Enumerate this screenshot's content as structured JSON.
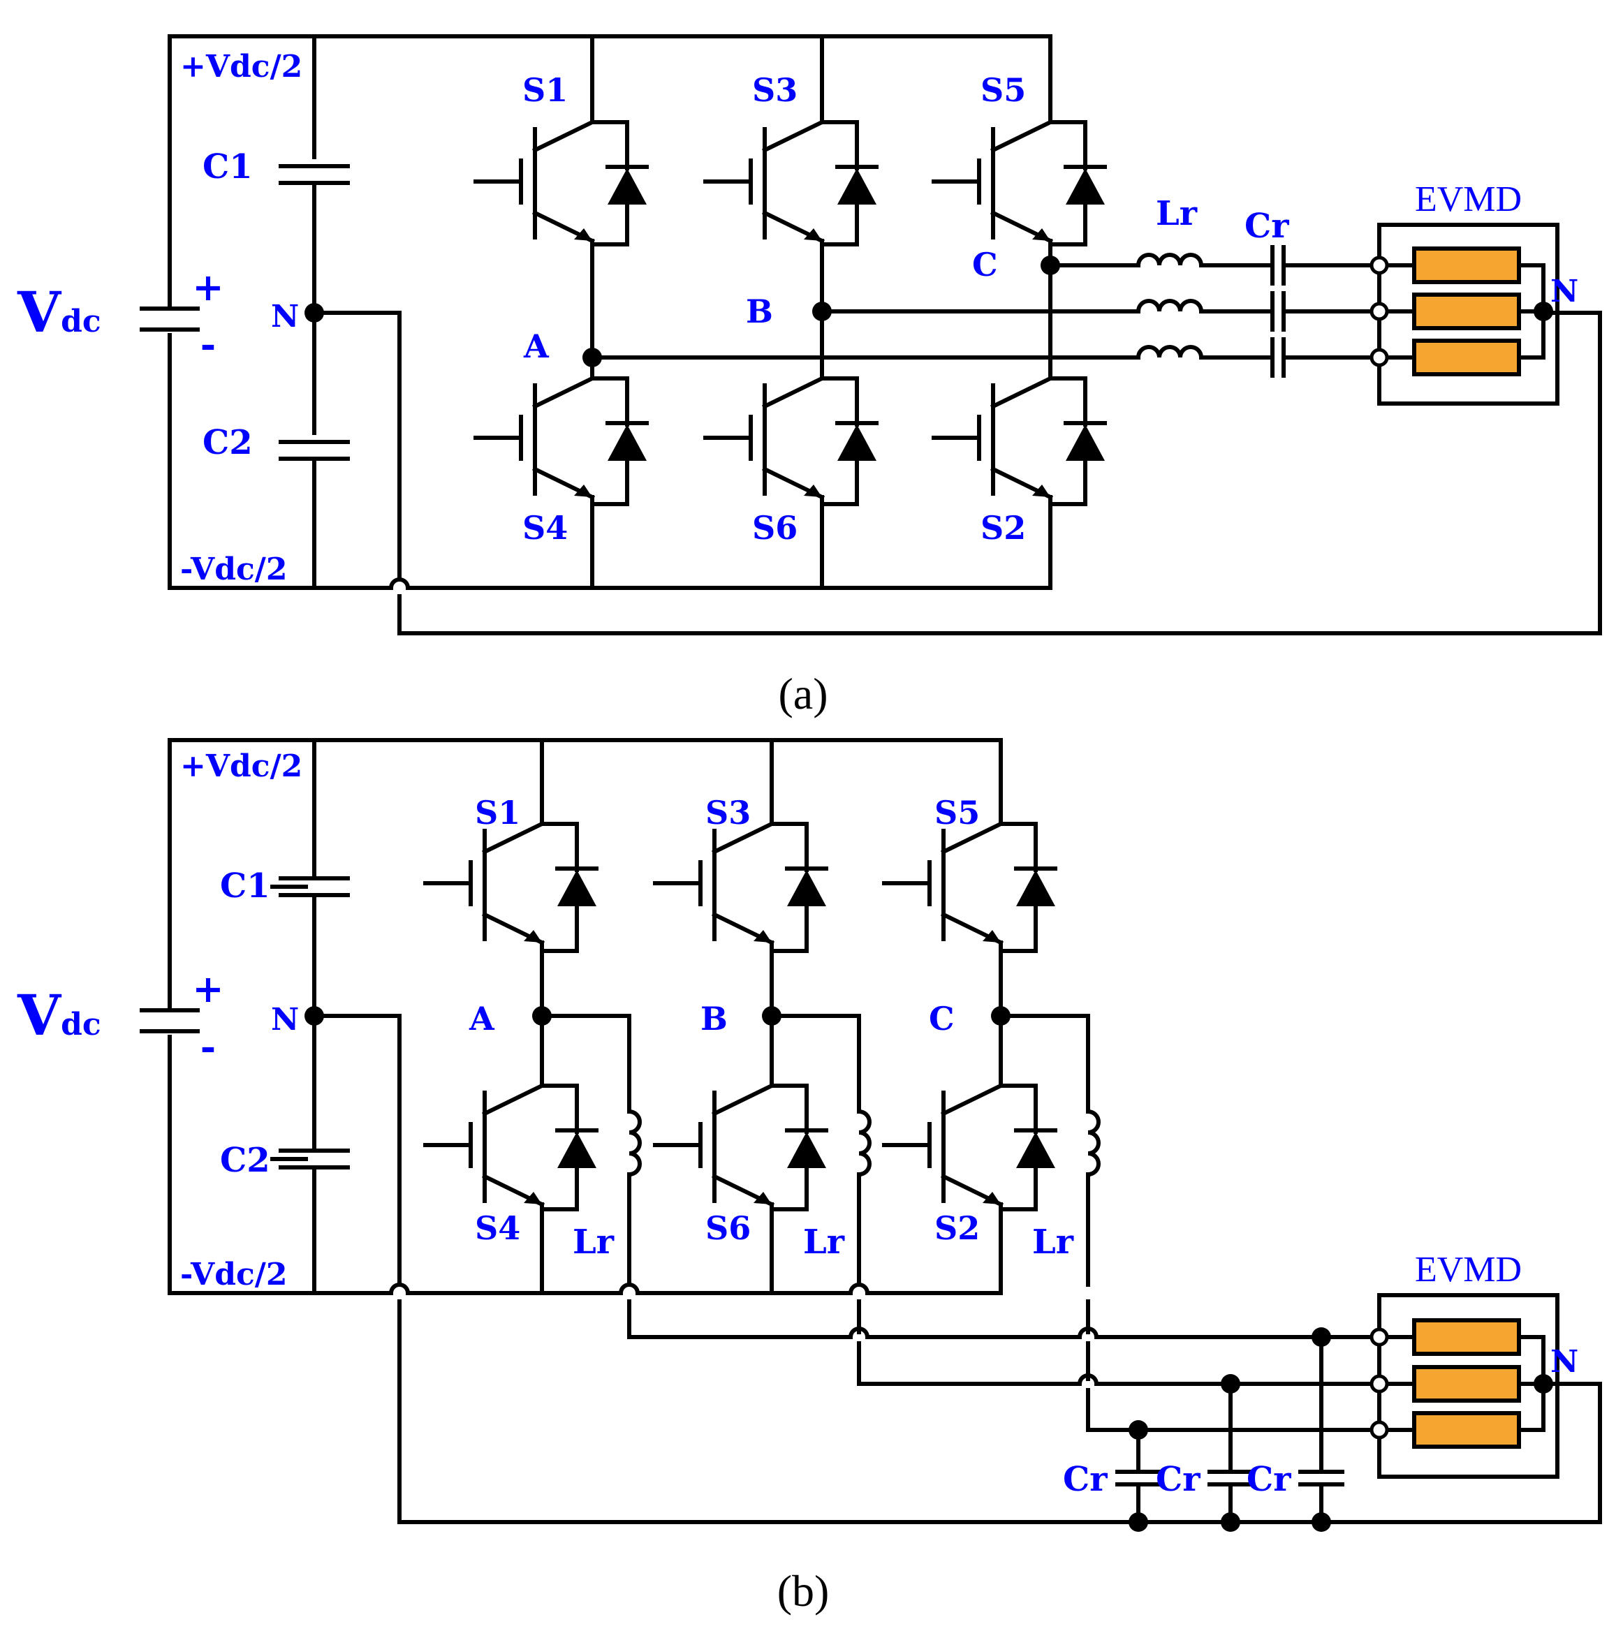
{
  "colors": {
    "wire": "#000000",
    "label": "#0000ff",
    "motor_winding": "#f4a630",
    "caption": "#000000"
  },
  "panels": [
    {
      "caption": "(a)",
      "source": {
        "main": "V",
        "sub": "dc",
        "plus": "+",
        "minus": "-"
      },
      "rails": {
        "top": "+Vdc/2",
        "bottom": "-Vdc/2",
        "mid": "N"
      },
      "capacitors": [
        "C1",
        "C2"
      ],
      "switches_top": [
        "S1",
        "S3",
        "S5"
      ],
      "switches_bottom": [
        "S4",
        "S6",
        "S2"
      ],
      "phases": [
        "A",
        "B",
        "C"
      ],
      "inductor": "Lr",
      "res_cap": "Cr",
      "motor": "EVMD",
      "neutral": "N"
    },
    {
      "caption": "(b)",
      "source": {
        "main": "V",
        "sub": "dc",
        "plus": "+",
        "minus": "-"
      },
      "rails": {
        "top": "+Vdc/2",
        "bottom": "-Vdc/2",
        "mid": "N"
      },
      "capacitors": [
        "C1",
        "C2"
      ],
      "switches_top": [
        "S1",
        "S3",
        "S5"
      ],
      "switches_bottom": [
        "S4",
        "S6",
        "S2"
      ],
      "phases": [
        "A",
        "B",
        "C"
      ],
      "inductors": [
        "Lr",
        "Lr",
        "Lr"
      ],
      "res_caps": [
        "Cr",
        "Cr",
        "Cr"
      ],
      "motor": "EVMD",
      "neutral": "N"
    }
  ]
}
